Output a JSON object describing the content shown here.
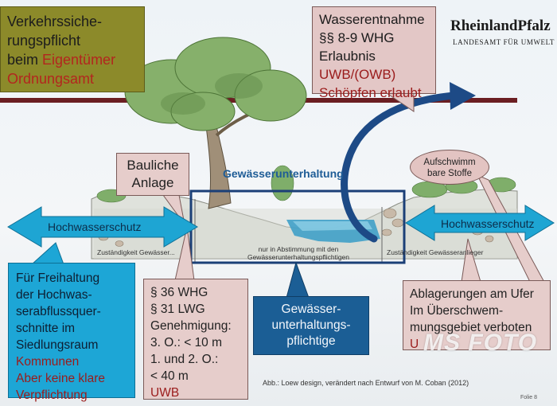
{
  "top_left": {
    "lines": [
      {
        "text": "Verkehrssiche-",
        "style": "normal"
      },
      {
        "text": "rungspflicht",
        "style": "normal"
      },
      {
        "text": "beim ",
        "style": "normal",
        "extra": "Eigentümer"
      },
      {
        "text": "Ordnungsamt",
        "style": "red"
      }
    ]
  },
  "water": {
    "line1": "Wasserentnahme",
    "line2": "§§ 8-9 WHG",
    "line3": "Erlaubnis",
    "line4": "UWB/(OWB)",
    "line5": "Schöpfen erlaubt"
  },
  "logo": {
    "main": "RheinlandPfalz",
    "sub": "LANDESAMT FÜR UMWELT"
  },
  "bauliche": {
    "line1": "Bauliche",
    "line2": "Anlage"
  },
  "gu_title": "Gewässerunterhaltung",
  "aufschwimm": {
    "line1": "Aufschwimm",
    "line2": "bare Stoffe"
  },
  "arrows": {
    "left": "Hochwasserschutz",
    "right": "Hochwasserschutz"
  },
  "small_labels": {
    "left": "Zuständigkeit Gewässer...",
    "center_line1": "nur in Abstimmung mit den",
    "center_line2": "Gewässerunterhaltungspflichtigen",
    "right": "Zuständigkeit Gewässeranlieger"
  },
  "left_blue": {
    "line1": "Für Freihaltung",
    "line2": "der Hochwas-",
    "line3": "serabflussquer-",
    "line4": "schnitte im",
    "line5": "Siedlungsraum",
    "line6": "Kommunen",
    "line7": "Aber keine klare",
    "line8": "Verpflichtung"
  },
  "law": {
    "line1": "§ 36 WHG",
    "line2": "§ 31 LWG",
    "line3": "Genehmigung:",
    "line4": "3. O.:  < 10 m",
    "line5": "1. und 2. O.:",
    "line6": "< 40 m",
    "line7": "UWB"
  },
  "gu_box": {
    "line1": "Gewässer-",
    "line2": "unterhaltungs-",
    "line3": "pflichtige"
  },
  "right_box": {
    "line1": "Ablagerungen am Ufer",
    "line2": "Im Überschwem-",
    "line3": "mungsgebiet verboten",
    "line4": "U"
  },
  "credit": "Abb.: Loew design, verändert nach Entwurf von M. Coban (2012)",
  "folie": "Folie 8",
  "watermark": "MS FOTO",
  "colors": {
    "olive": "#8c8a2a",
    "pink": "#e6cdcb",
    "cyan": "#1da6d6",
    "navy": "#1b5e95",
    "red_text": "#b3261e",
    "bar": "#6b1e22"
  }
}
